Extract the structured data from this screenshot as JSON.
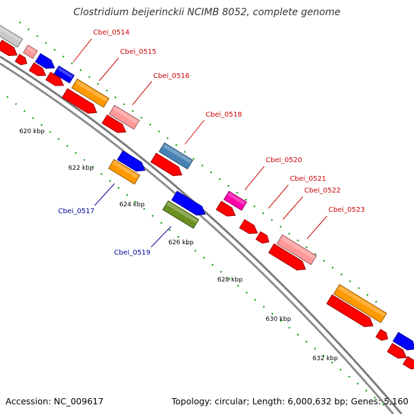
{
  "header": {
    "title": "Clostridium beijerinckii NCIMB 8052, complete genome"
  },
  "footer": {
    "accession": "Accession: NC_009617",
    "summary": "Topology: circular; Length: 6,000,632 bp; Genes: 5,160"
  },
  "colors": {
    "backbone": "#808080",
    "tick": "#009900",
    "cds_red": "#ff0000",
    "label_outer": "#cc0000",
    "label_inner": "#000099"
  },
  "ruler_labels": [
    "620 kbp",
    "622 kbp",
    "624 kbp",
    "626 kbp",
    "628 kbp",
    "630 kbp",
    "632 kbp"
  ],
  "labeled_genes": [
    {
      "name": "Cbei_0514",
      "strand": "outer",
      "color": "#ff9999"
    },
    {
      "name": "Cbei_0515",
      "strand": "outer",
      "color": "#ff9900"
    },
    {
      "name": "Cbei_0516",
      "strand": "outer",
      "color": "#ff9999"
    },
    {
      "name": "Cbei_0517",
      "strand": "inner",
      "color": "#ff9900"
    },
    {
      "name": "Cbei_0518",
      "strand": "outer",
      "color": "#4682b4"
    },
    {
      "name": "Cbei_0519",
      "strand": "inner",
      "color": "#6b8e23"
    },
    {
      "name": "Cbei_0520",
      "strand": "outer",
      "color": "#ff00aa"
    },
    {
      "name": "Cbei_0521",
      "strand": "outer",
      "color": "#ff0000"
    },
    {
      "name": "Cbei_0522",
      "strand": "outer",
      "color": "#ff0000"
    },
    {
      "name": "Cbei_0523",
      "strand": "outer",
      "color": "#ff9999"
    }
  ]
}
